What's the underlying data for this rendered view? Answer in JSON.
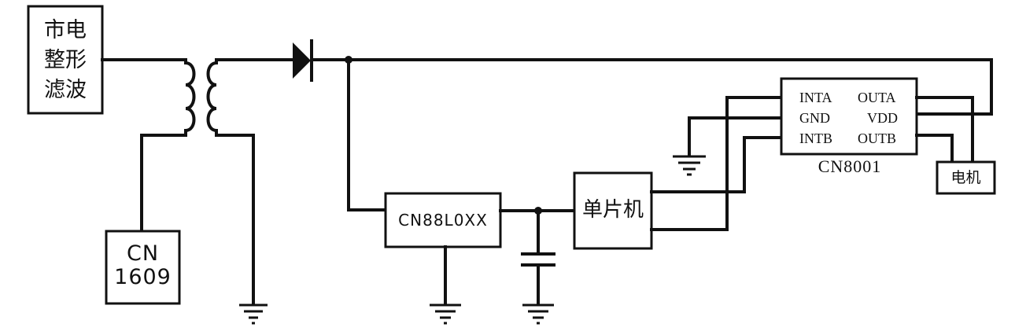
{
  "blocks": {
    "mains": {
      "line1": "市电",
      "line2": "整形",
      "line3": "滤波"
    },
    "cn1609": {
      "line1": "CN",
      "line2": "1609"
    },
    "regulator": {
      "label": "CN88L0XX"
    },
    "mcu": {
      "label": "单片机"
    },
    "driver": {
      "name": "CN8001",
      "pin_inta": "INTA",
      "pin_gnd": "GND",
      "pin_intb": "INTB",
      "pin_outa": "OUTA",
      "pin_vdd": "VDD",
      "pin_outb": "OUTB"
    },
    "motor": {
      "label": "电机"
    }
  }
}
